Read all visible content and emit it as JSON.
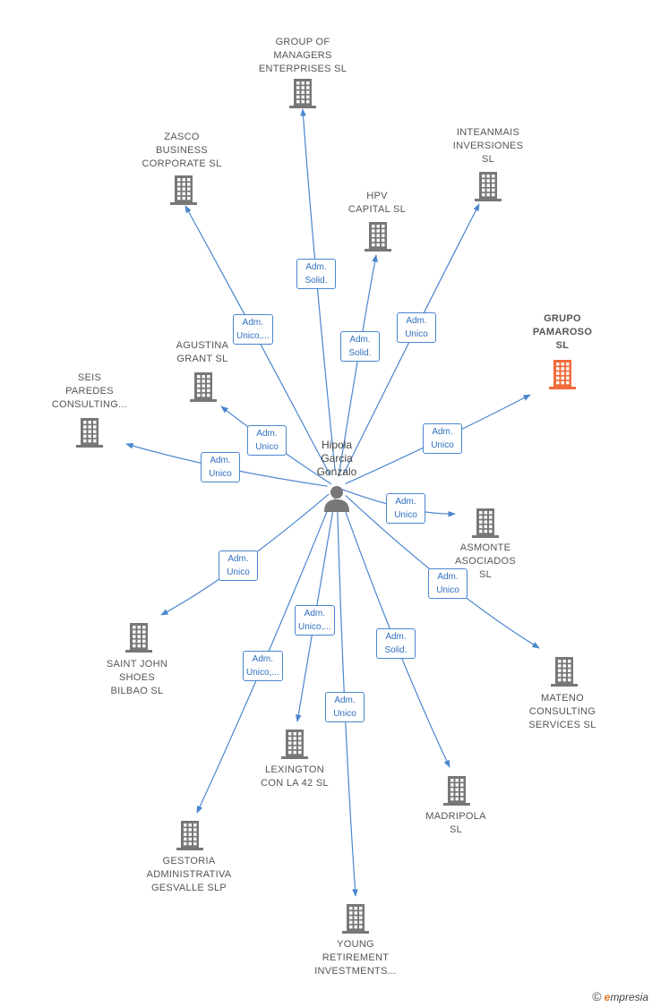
{
  "center": {
    "name_lines": [
      "Hipola",
      "Garcia",
      "Gonzalo"
    ],
    "icon": "person-icon"
  },
  "colors": {
    "edge": "#4a86cf",
    "building": "#777777",
    "highlight": "#f26b3a"
  },
  "companies": [
    {
      "id": "group",
      "lines": [
        "GROUP OF",
        "MANAGERS",
        "ENTERPRISES SL"
      ],
      "highlight": false
    },
    {
      "id": "zasco",
      "lines": [
        "ZASCO",
        "BUSINESS",
        "CORPORATE SL"
      ],
      "highlight": false
    },
    {
      "id": "inteanmais",
      "lines": [
        "INTEANMAIS",
        "INVERSIONES",
        "SL"
      ],
      "highlight": false
    },
    {
      "id": "hpv",
      "lines": [
        "HPV",
        "CAPITAL SL"
      ],
      "highlight": false
    },
    {
      "id": "pamaroso",
      "lines": [
        "GRUPO",
        "PAMAROSO",
        "SL"
      ],
      "highlight": true
    },
    {
      "id": "agustina",
      "lines": [
        "AGUSTINA",
        "GRANT SL"
      ],
      "highlight": false
    },
    {
      "id": "seis",
      "lines": [
        "SEIS",
        "PAREDES",
        "CONSULTING..."
      ],
      "highlight": false
    },
    {
      "id": "asmonte",
      "lines": [
        "ASMONTE",
        "ASOCIADOS",
        "SL"
      ],
      "highlight": false
    },
    {
      "id": "saintjohn",
      "lines": [
        "SAINT JOHN",
        "SHOES",
        "BILBAO SL"
      ],
      "highlight": false
    },
    {
      "id": "mateno",
      "lines": [
        "MATENO",
        "CONSULTING",
        "SERVICES SL"
      ],
      "highlight": false
    },
    {
      "id": "lexington",
      "lines": [
        "LEXINGTON",
        "CON LA 42 SL"
      ],
      "highlight": false
    },
    {
      "id": "madripola",
      "lines": [
        "MADRIPOLA",
        "SL"
      ],
      "highlight": false
    },
    {
      "id": "gestoria",
      "lines": [
        "GESTORIA",
        "ADMINISTRATIVA",
        "GESVALLE SLP"
      ],
      "highlight": false
    },
    {
      "id": "young",
      "lines": [
        "YOUNG",
        "RETIREMENT",
        "INVESTMENTS..."
      ],
      "highlight": false
    }
  ],
  "relations": [
    {
      "to": "group",
      "lines": [
        "Adm.",
        "Solid."
      ]
    },
    {
      "to": "zasco",
      "lines": [
        "Adm.",
        "Unico,..."
      ]
    },
    {
      "to": "inteanmais",
      "lines": [
        "Adm.",
        "Unico"
      ]
    },
    {
      "to": "hpv",
      "lines": [
        "Adm.",
        "Solid."
      ]
    },
    {
      "to": "pamaroso",
      "lines": [
        "Adm.",
        "Unico"
      ]
    },
    {
      "to": "agustina",
      "lines": [
        "Adm.",
        "Unico"
      ]
    },
    {
      "to": "seis",
      "lines": [
        "Adm.",
        "Unico"
      ]
    },
    {
      "to": "asmonte",
      "lines": [
        "Adm.",
        "Unico"
      ]
    },
    {
      "to": "saintjohn",
      "lines": [
        "Adm.",
        "Unico"
      ]
    },
    {
      "to": "mateno",
      "lines": [
        "Adm.",
        "Unico"
      ]
    },
    {
      "to": "lexington",
      "lines": [
        "Adm.",
        "Unico,..."
      ]
    },
    {
      "to": "madripola",
      "lines": [
        "Adm.",
        "Solid."
      ]
    },
    {
      "to": "gestoria",
      "lines": [
        "Adm.",
        "Unico,..."
      ]
    },
    {
      "to": "young",
      "lines": [
        "Adm.",
        "Unico"
      ]
    }
  ],
  "footer": {
    "copyright": "©",
    "brand_e": "e",
    "brand_rest": "mpresia"
  }
}
